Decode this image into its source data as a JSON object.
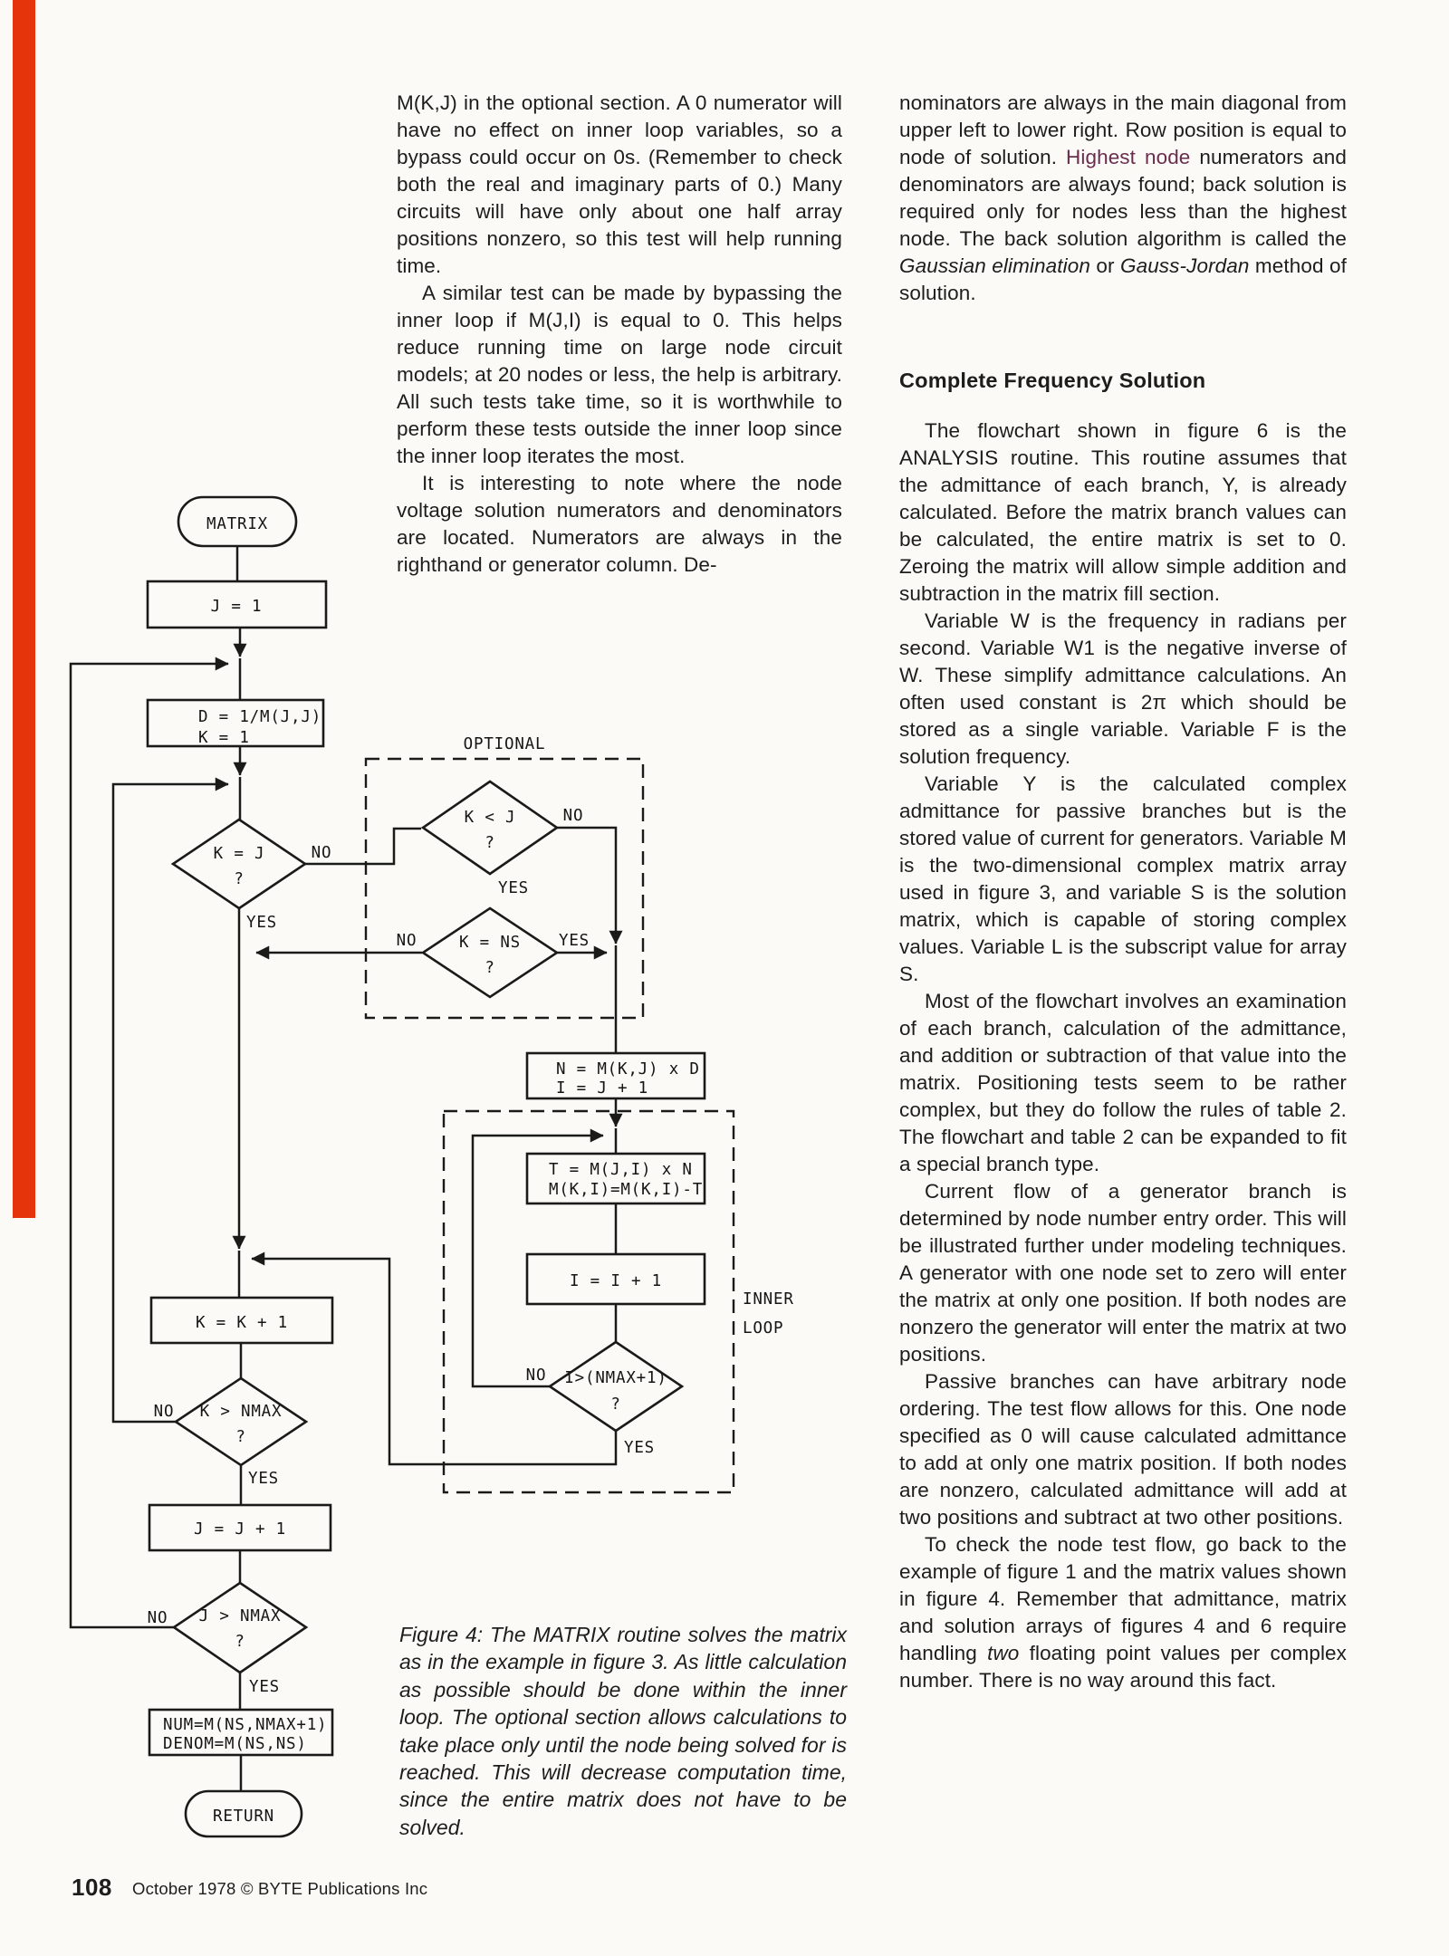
{
  "page": {
    "accent_red": "#e5340c",
    "highlight_color": "#6b2d4e"
  },
  "footer": {
    "page_number": "108",
    "credit": "October 1978 © BYTE Publications Inc"
  },
  "middle_column": {
    "p1": "M(K,J) in the optional section. A 0 numerator will have no effect on inner loop variables, so a bypass could occur on 0s. (Remember to check both the real and imaginary parts of 0.) Many circuits will have only about one half array positions nonzero, so this test will help running time.",
    "p2": "A similar test can be made by bypassing the inner loop if M(J,I) is equal to 0. This helps reduce running time on large node circuit models; at 20 nodes or less, the help is arbitrary. All such tests take time, so it is worthwhile to perform these tests outside the inner loop since the inner loop iterates the most.",
    "p3": "It is interesting to note where the node voltage solution numerators and denominators are located. Numerators are always in the righthand or generator column. De-"
  },
  "right_column": {
    "p1_seg1": "nominators are always in the main diagonal from upper left to lower right. Row position is equal to node of solution. ",
    "p1_seg2": "Highest node",
    "p1_seg3": " numerators and denominators are always found; back solution is required only for nodes less than the highest node. The back solution algorithm is called the ",
    "p1_seg4": "Gaussian elimination",
    "p1_seg5": " or ",
    "p1_seg6": "Gauss-Jordan",
    "p1_seg7": " method of solution.",
    "heading": "Complete Frequency Solution",
    "p2": "The flowchart shown in figure 6 is the ANALYSIS routine. This routine assumes that the admittance of each branch, Y, is already calculated. Before the matrix branch values can be calculated, the entire matrix is set to 0. Zeroing the matrix will allow simple addition and subtraction in the matrix fill section.",
    "p3": "Variable W is the frequency in radians per second. Variable W1 is the negative inverse of W. These simplify admittance calculations. An often used constant is 2π which should be stored as a single variable. Variable F is the solution frequency.",
    "p4": "Variable Y is the calculated complex admittance for passive branches but is the stored value of current for generators. Variable M is the two-dimensional complex matrix array used in figure 3, and variable S is the solution matrix, which is capable of storing complex values. Variable L is the subscript value for array S.",
    "p5": "Most of the flowchart involves an examination of each branch, calculation of the admittance, and addition or subtraction of that value into the matrix. Positioning tests seem to be rather complex, but they do follow the rules of table 2. The flowchart and table 2 can be expanded to fit a special branch type.",
    "p6": "Current flow of a generator branch is determined by node number entry order. This will be illustrated further under modeling techniques. A generator with one node set to zero will enter the matrix at only one position. If both nodes are nonzero the generator will enter the matrix at two positions.",
    "p7": "Passive branches can have arbitrary node ordering. The test flow allows for this. One node specified as 0 will cause calculated admittance to add at only one matrix position. If both nodes are nonzero, calculated admittance will add at two positions and subtract at two other positions.",
    "p8_seg1": "To check the node test flow, go back to the example of figure 1 and the matrix values shown in figure 4. Remember that admittance, matrix and solution arrays of figures 4 and 6 require handling ",
    "p8_seg2": "two",
    "p8_seg3": " floating point values per complex number. There is no way around this fact."
  },
  "figure_caption": "Figure 4: The MATRIX routine solves the matrix as in the example in figure 3. As little calculation as possible should be done within the inner loop. The optional section allows calculations to take place only until the node being solved for is reached. This will decrease computation time, since the entire matrix does not have to be solved.",
  "flowchart": {
    "start": "MATRIX",
    "box_j_init": "J = 1",
    "box_d_line1": "D = 1/M(J,J)",
    "box_d_line2": "K = 1",
    "dec_kj": "K = J",
    "q": "?",
    "optional_label": "OPTIONAL",
    "dec_klt": "K < J",
    "dec_kns": "K = NS",
    "box_n_line1": "N = M(K,J) x D",
    "box_n_line2": "I = J + 1",
    "box_t_line1": "T = M(J,I) x N",
    "box_t_line2": "M(K,I)=M(K,I)-T",
    "box_i_inc": "I = I + 1",
    "dec_imax": "I>(NMAX+1)",
    "inner_loop_line1": "INNER",
    "inner_loop_line2": "LOOP",
    "box_k_inc": "K = K + 1",
    "dec_kmax": "K > NMAX",
    "box_j_inc": "J = J + 1",
    "dec_jmax": "J > NMAX",
    "box_num_line1": "NUM=M(NS,NMAX+1)",
    "box_num_line2": "DENOM=M(NS,NS)",
    "end": "RETURN",
    "yes": "YES",
    "no": "NO"
  }
}
